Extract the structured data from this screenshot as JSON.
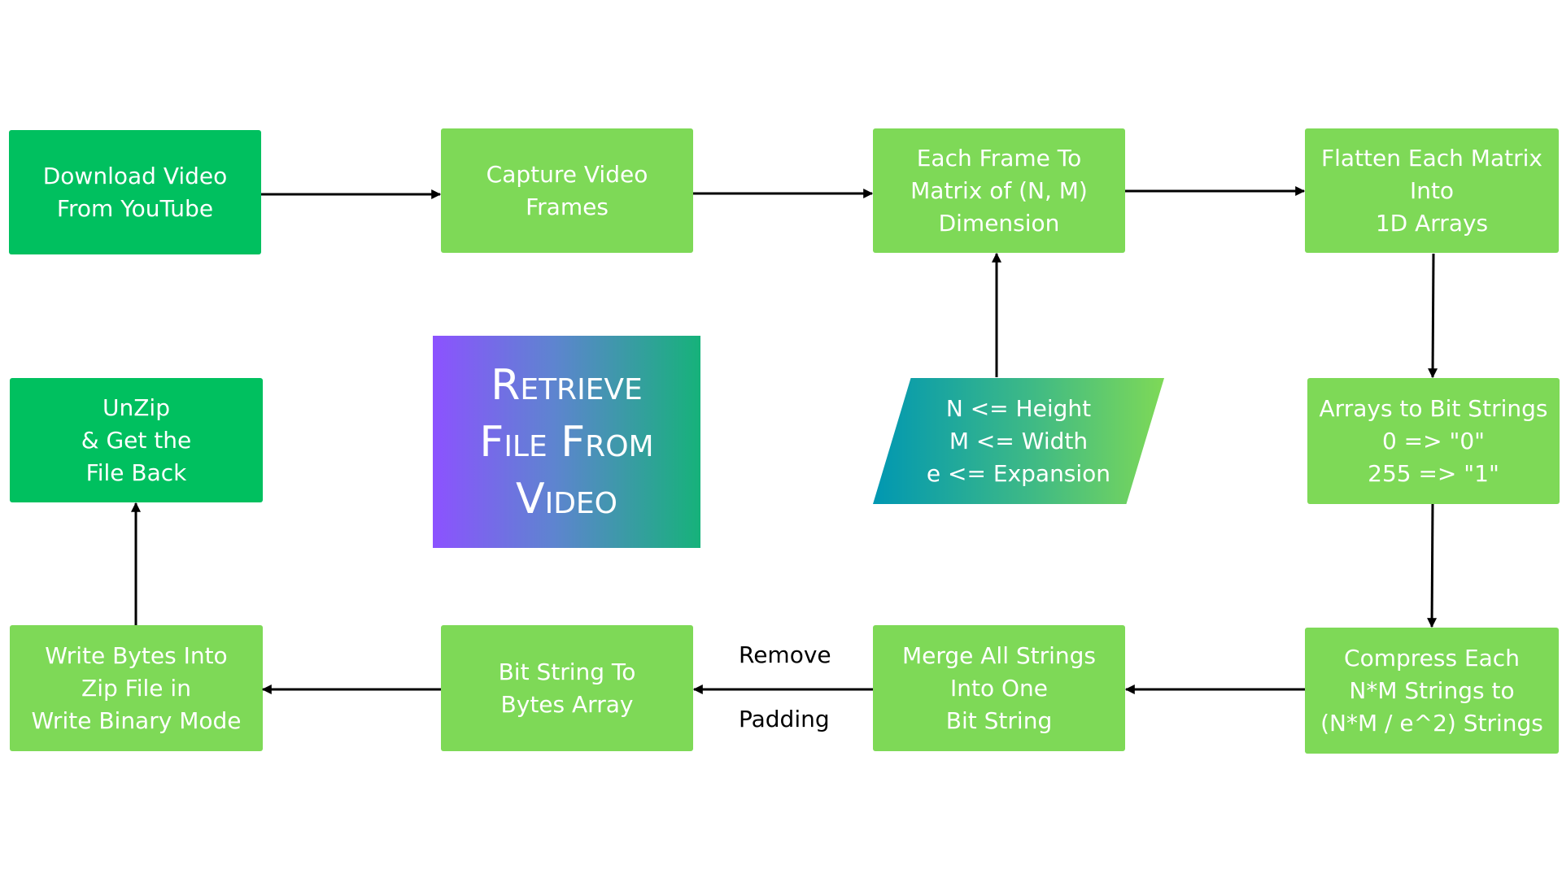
{
  "diagram": {
    "title": [
      "Retrieve",
      "File From",
      "Video"
    ],
    "nodes": {
      "download_video": [
        "Download Video",
        "From YouTube"
      ],
      "capture_frames": [
        "Capture Video",
        "Frames"
      ],
      "frame_to_matrix": [
        "Each Frame To",
        "Matrix of (N, M)",
        "Dimension"
      ],
      "flatten_matrix": [
        "Flatten Each Matrix",
        "Into",
        "1D Arrays"
      ],
      "params": [
        "N <= Height",
        "M <= Width",
        "e <= Expansion"
      ],
      "arrays_to_bits": [
        "Arrays to Bit Strings",
        "0 => \"0\"",
        "255 => \"1\""
      ],
      "compress_strings": [
        "Compress Each",
        "N*M Strings to",
        "(N*M / e^2) Strings"
      ],
      "merge_strings": [
        "Merge All Strings",
        "Into One",
        "Bit String"
      ],
      "bits_to_bytes": [
        "Bit String To",
        "Bytes Array"
      ],
      "write_zip": [
        "Write Bytes Into",
        "Zip File in",
        "Write Binary Mode"
      ],
      "unzip": [
        "UnZip",
        "& Get the",
        "File Back"
      ]
    },
    "edge_labels": {
      "remove": "Remove",
      "padding": "Padding"
    },
    "colors": {
      "light_green": "#7ed957",
      "dark_green": "#00c05f",
      "title_gradient": [
        "#8c52ff",
        "#16b27a"
      ],
      "params_gradient": [
        "#0097b2",
        "#7ed957"
      ],
      "arrow": "#000000"
    }
  }
}
